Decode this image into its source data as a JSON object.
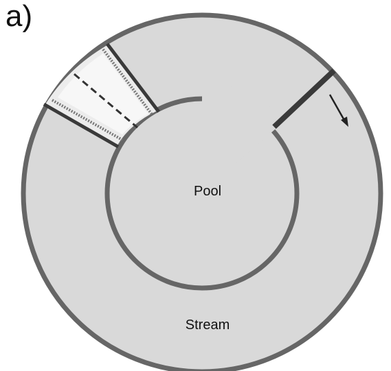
{
  "panel_label": "a)",
  "labels": {
    "pool": "Pool",
    "stream": "Stream"
  },
  "colors": {
    "fill": "#d9d9d9",
    "outline": "#666666",
    "barrier": "#3a3a3a",
    "section_fill": "#ececec",
    "section_inner": "#f7f7f7",
    "arrow": "#222222"
  }
}
